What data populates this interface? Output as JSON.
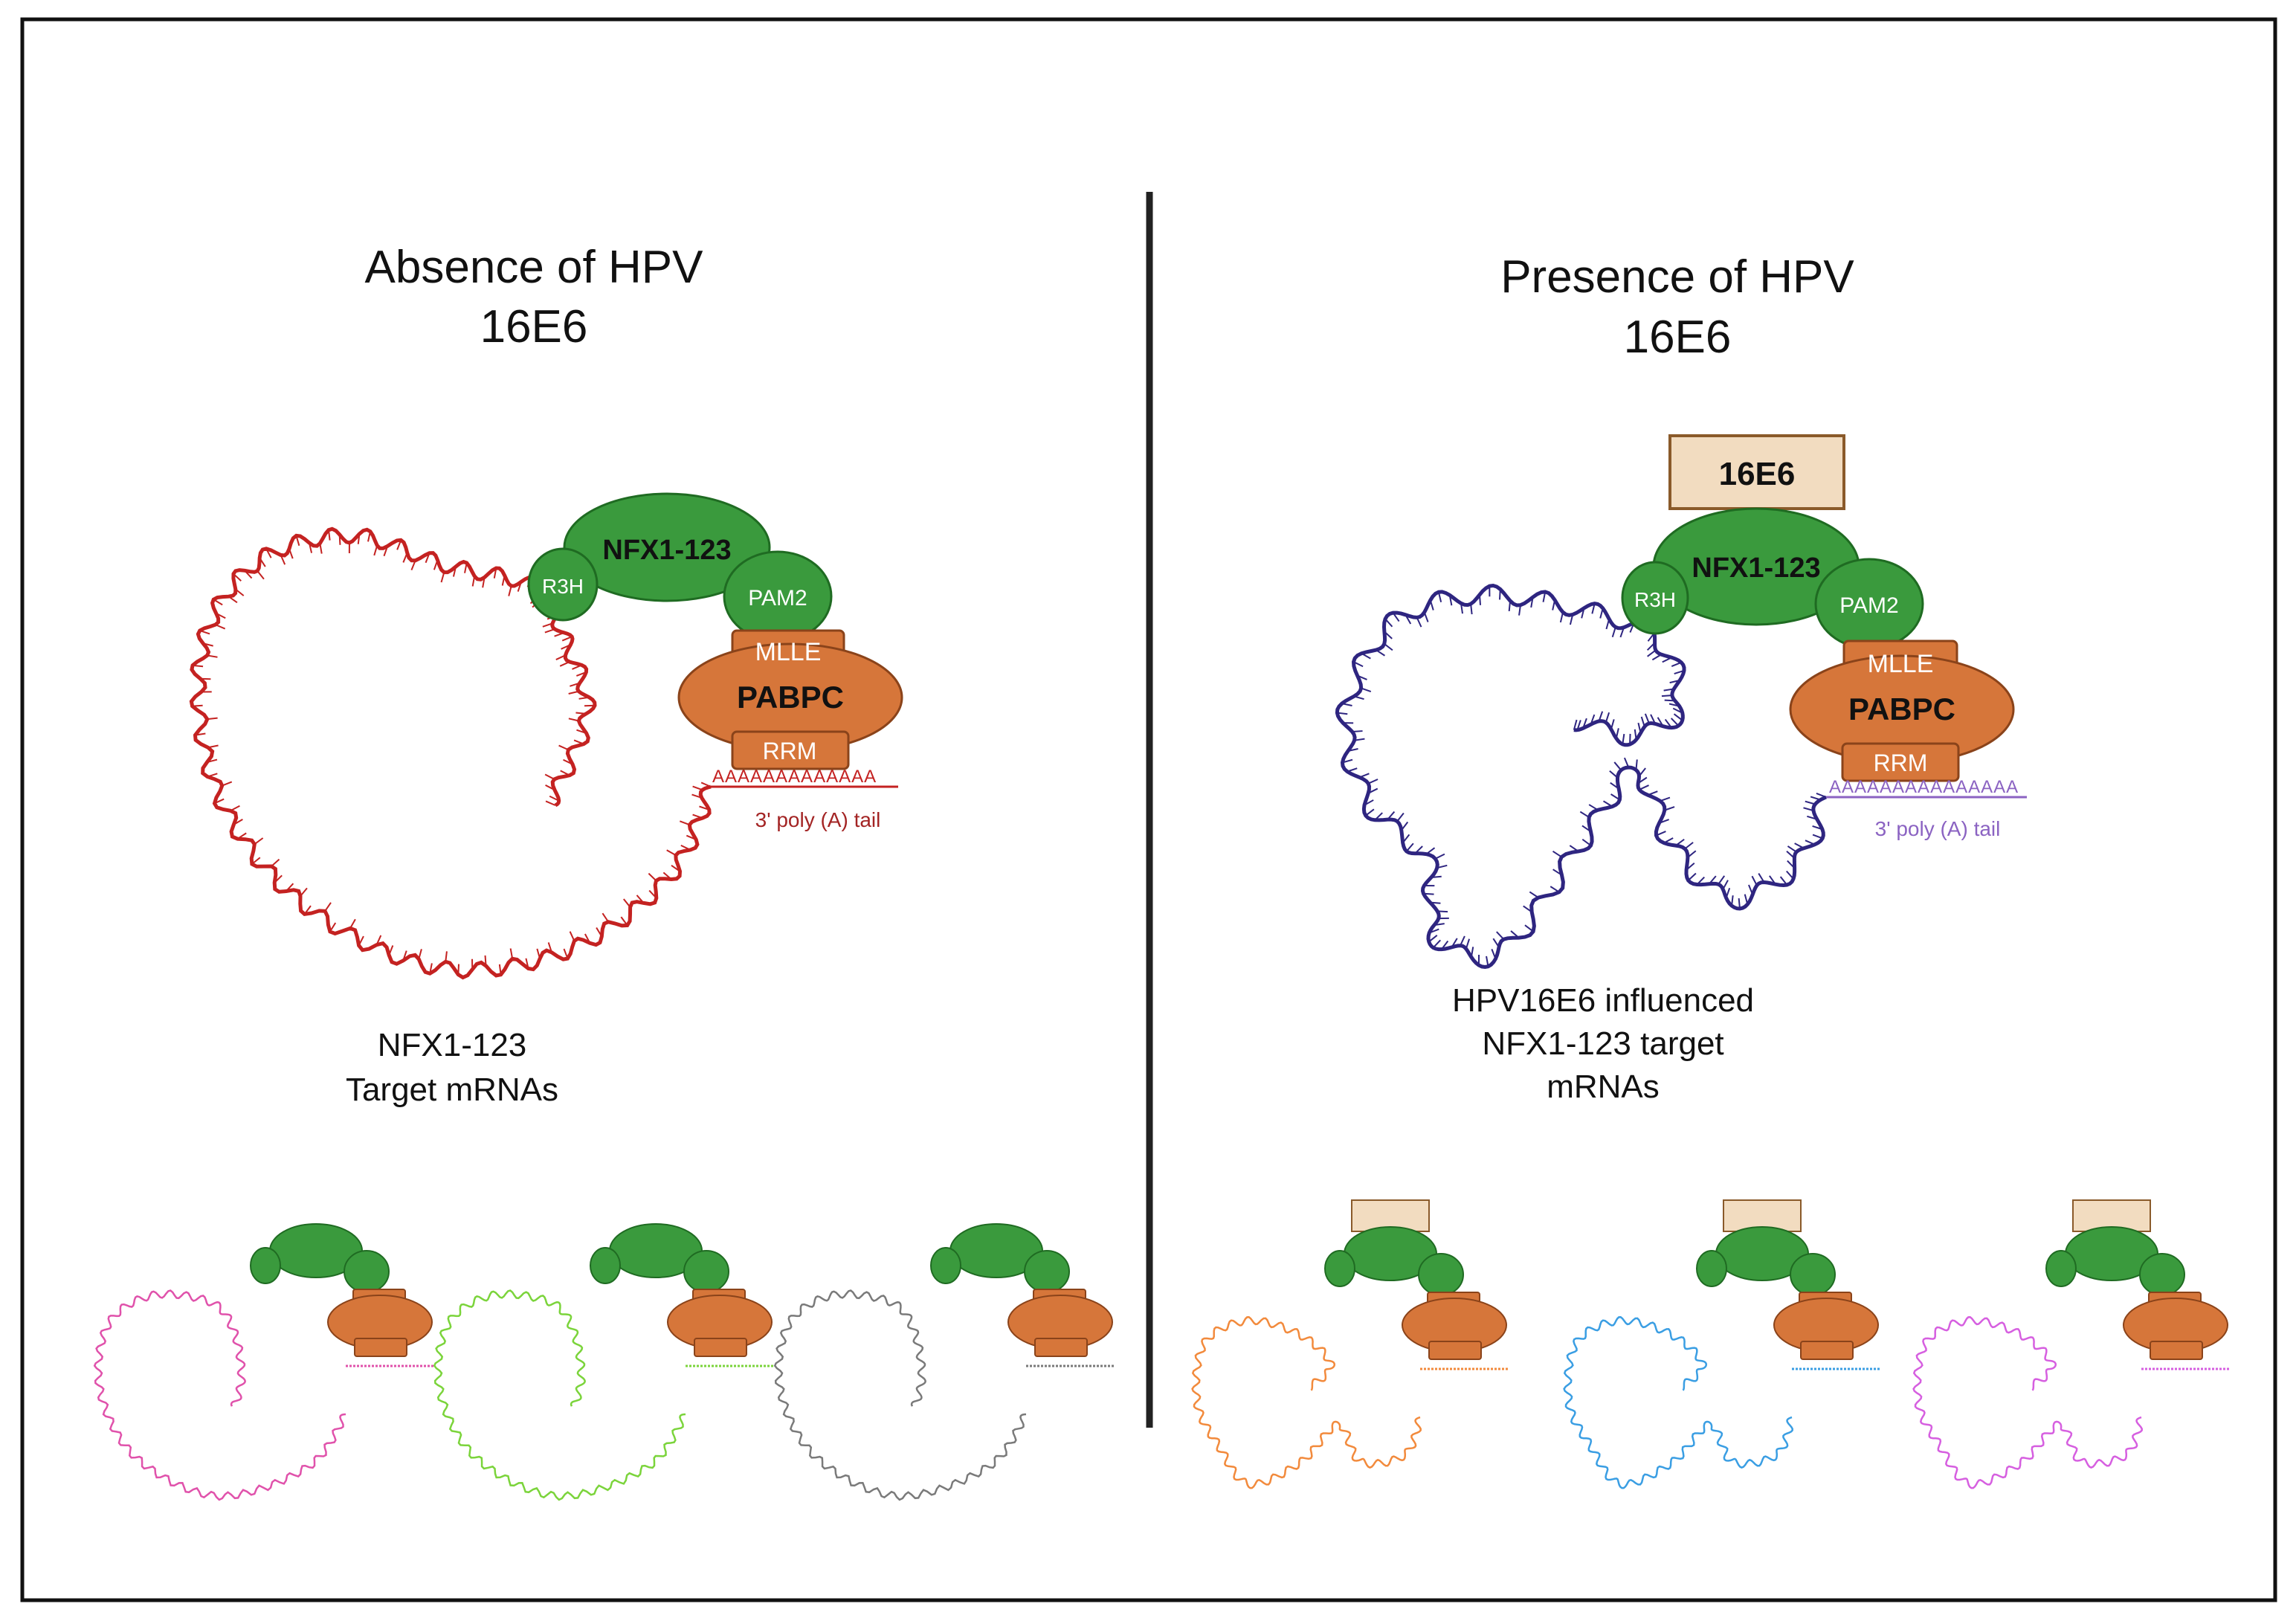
{
  "panels": {
    "left": {
      "title_line1": "Absence of HPV",
      "title_line2": "16E6",
      "caption_line1": "NFX1-123",
      "caption_line2": "Target mRNAs",
      "poly_a_label": "3' poly (A) tail",
      "poly_a_seq": "AAAAAAAAAAAAA",
      "rna_color": "#c42221",
      "mini_rna_colors": [
        "#e052ab",
        "#7bd43b",
        "#7a7a7a"
      ]
    },
    "right": {
      "title_line1": "Presence of HPV",
      "title_line2": "16E6",
      "caption_line1": "HPV16E6 influenced",
      "caption_line2": "NFX1-123 target",
      "caption_line3": "mRNAs",
      "poly_a_label": "3' poly (A) tail",
      "poly_a_seq": "AAAAAAAAAAAAAAA",
      "rna_color": "#2e2580",
      "mini_rna_colors": [
        "#f28a3c",
        "#3a9ee3",
        "#d65fe0"
      ]
    }
  },
  "proteins": {
    "nfx1": "NFX1-123",
    "r3h": "R3H",
    "pam2": "PAM2",
    "mlle": "MLLE",
    "pabpc": "PABPC",
    "rrm": "RRM",
    "e6": "16E6"
  },
  "colors": {
    "nfx1_fill": "#3a9a3d",
    "nfx1_stroke": "#1f6b22",
    "pabpc_fill": "#d6763a",
    "pabpc_stroke": "#8a431a",
    "e6_fill": "#f2dcc0",
    "e6_stroke": "#8a5a2a",
    "divider": "#222222",
    "left_polya_text": "#a32424",
    "right_polya_text": "#8b63c2"
  }
}
